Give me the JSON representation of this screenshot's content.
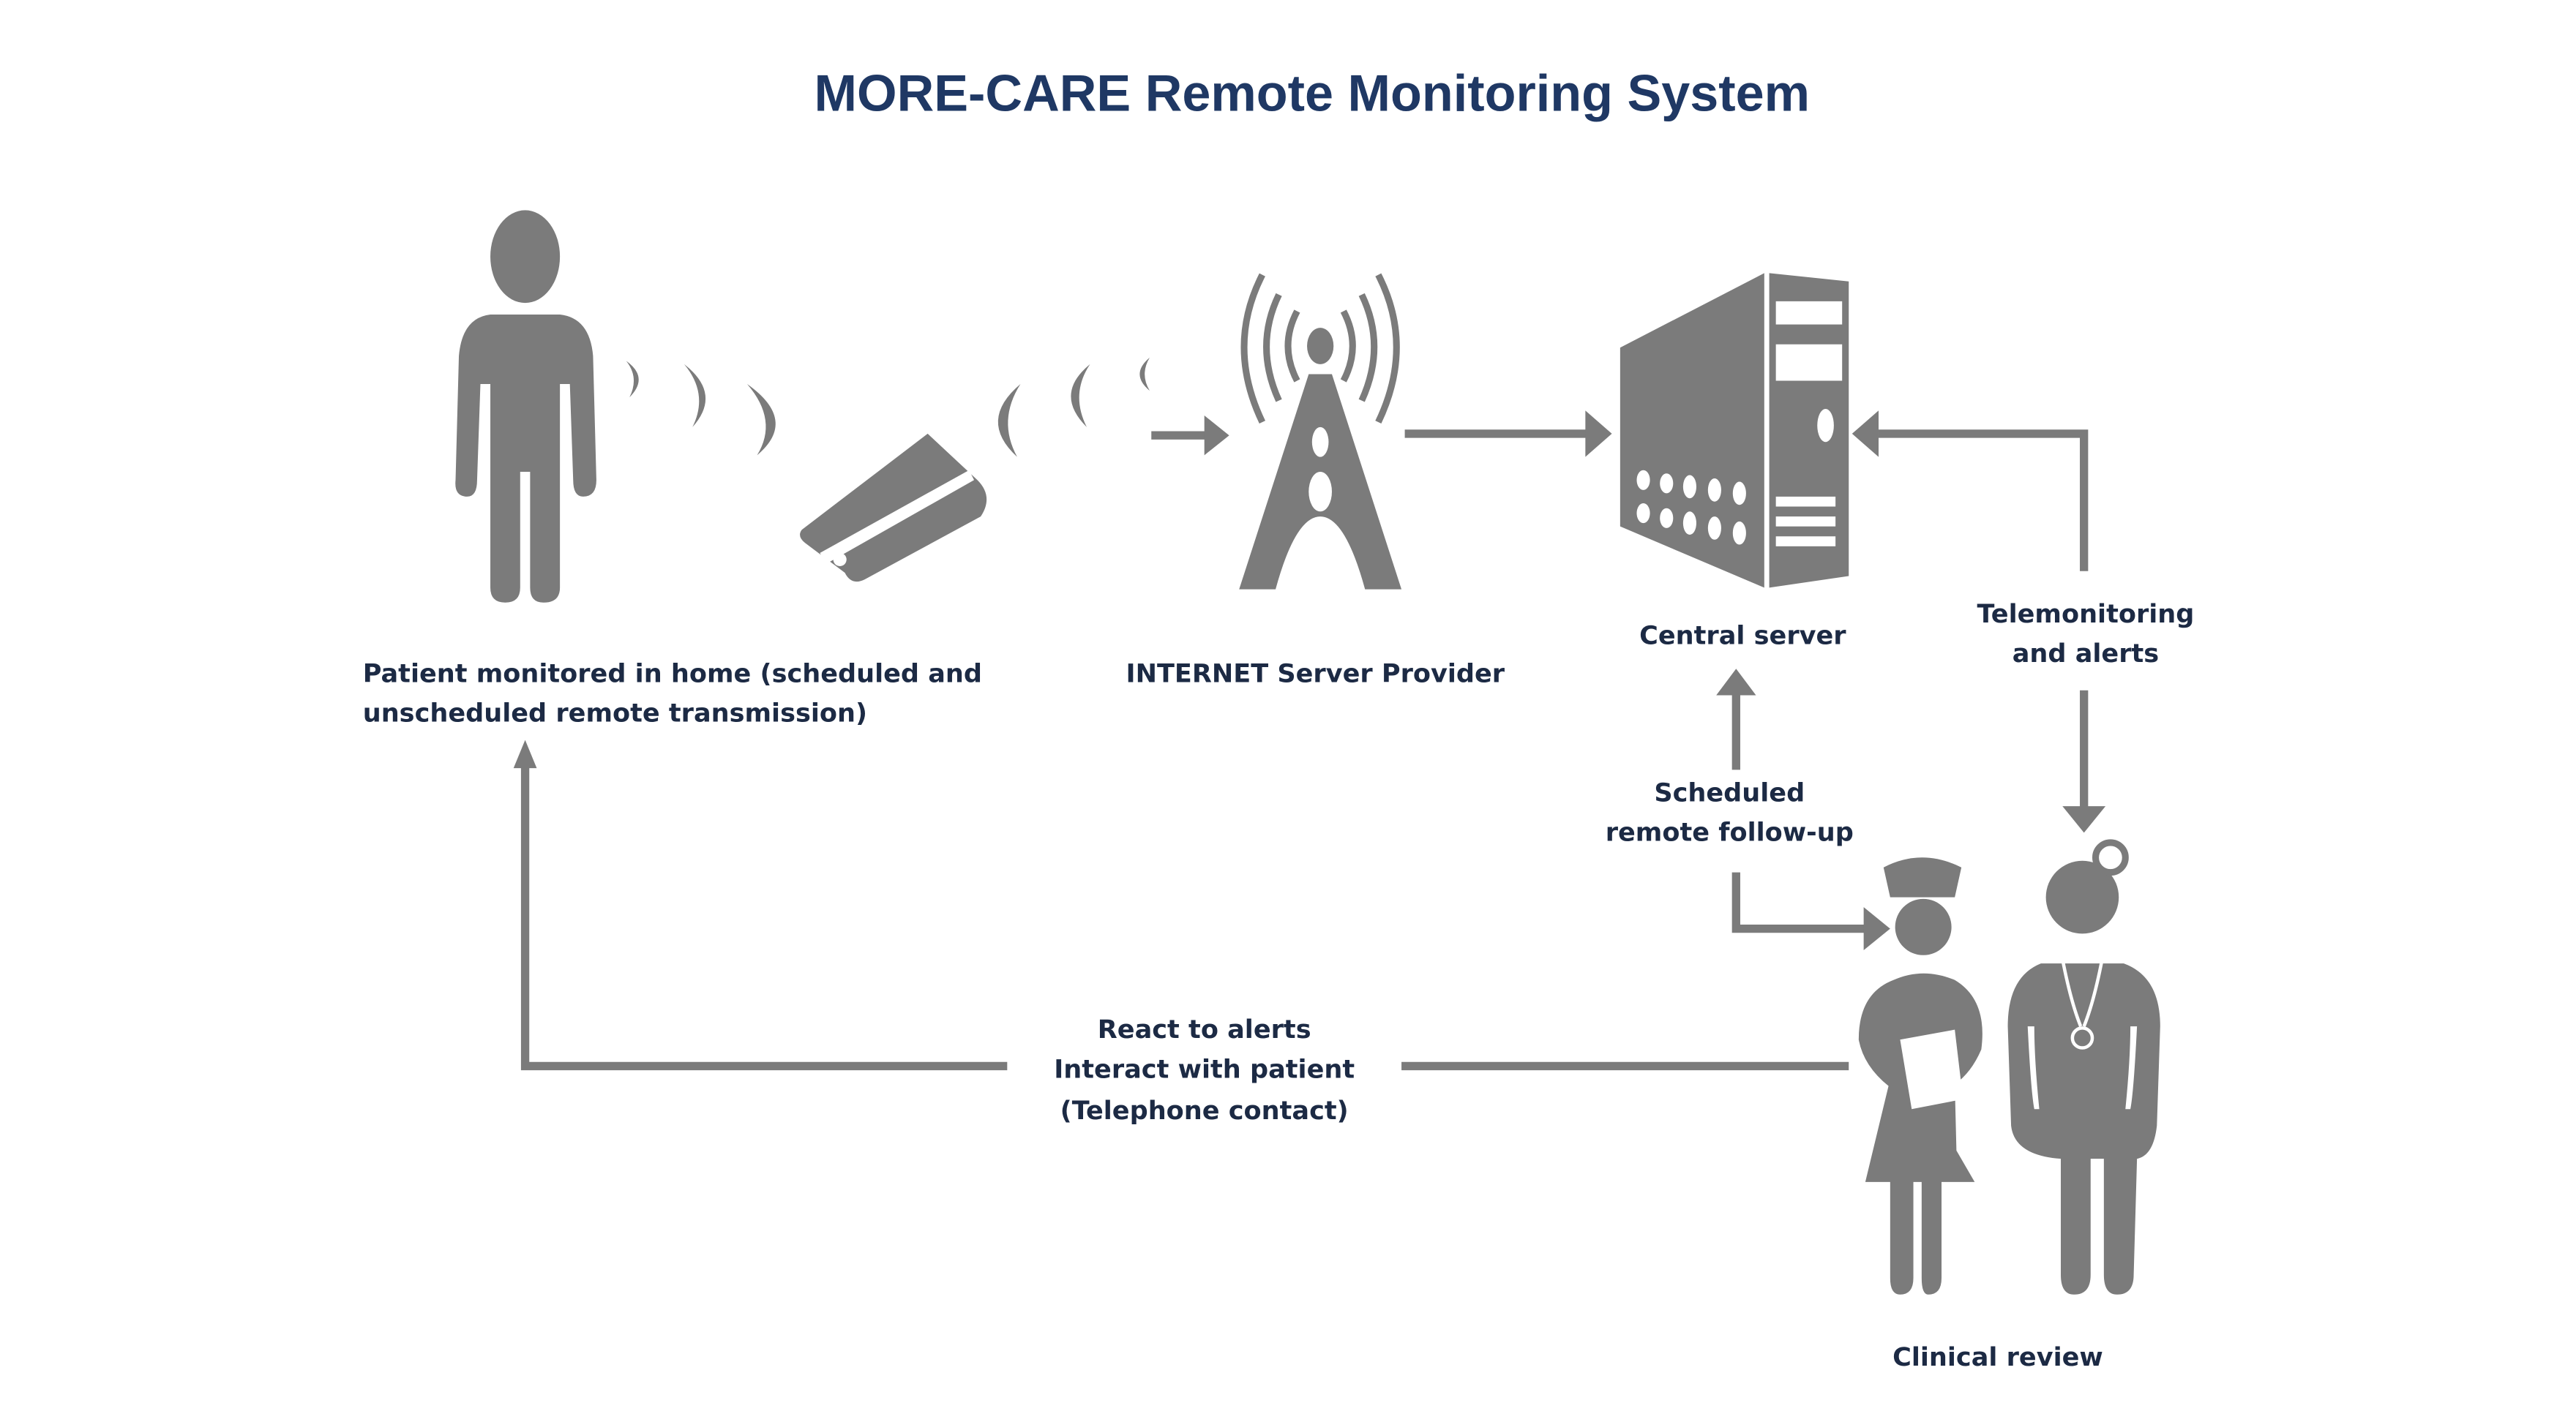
{
  "title": "MORE-CARE Remote Monitoring System",
  "colors": {
    "title": "#1f3864",
    "label_text": "#1c2a44",
    "icon_gray": "#7b7b7b",
    "background": "#ffffff"
  },
  "nodes": {
    "patient": {
      "icon": "person-icon",
      "label_lines": [
        "Patient monitored in home (scheduled and",
        "unscheduled remote transmission)"
      ]
    },
    "device": {
      "icon": "home-monitor-device-icon"
    },
    "isp": {
      "icon": "radio-tower-icon",
      "label": "INTERNET Server Provider"
    },
    "server": {
      "icon": "server-tower-icon",
      "label": "Central server"
    },
    "clinical": {
      "icons": [
        "nurse-icon",
        "doctor-icon"
      ],
      "label": "Clinical review"
    }
  },
  "edges": {
    "telemonitoring": {
      "label_lines": [
        "Telemonitoring",
        "and alerts"
      ]
    },
    "followup": {
      "label_lines": [
        "Scheduled",
        "remote follow-up"
      ]
    },
    "react": {
      "label_lines": [
        "React to alerts",
        "Interact with patient",
        "(Telephone contact)"
      ]
    }
  }
}
